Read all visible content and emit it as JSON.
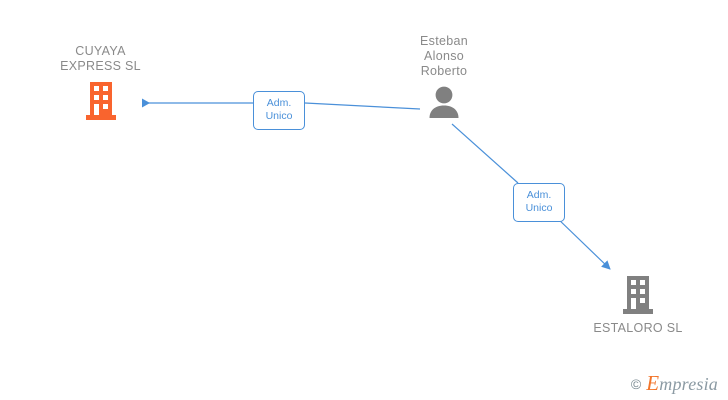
{
  "diagram": {
    "type": "corporate-relationship-graph",
    "background_color": "#ffffff",
    "nodes": [
      {
        "id": "cuyaya",
        "kind": "company",
        "label": "CUYAYA\nEXPRESS SL",
        "label_line_1": "CUYAYA",
        "label_line_2": "EXPRESS SL",
        "icon": "building-icon",
        "color": "#f9642e",
        "label_color": "#8a8a8a",
        "label_position": "above"
      },
      {
        "id": "person",
        "kind": "person",
        "label": "Esteban\nAlonso\nRoberto",
        "label_line_1": "Esteban",
        "label_line_2": "Alonso",
        "label_line_3": "Roberto",
        "icon": "person-icon",
        "color": "#808080",
        "label_color": "#8a8a8a",
        "label_position": "above"
      },
      {
        "id": "estaloro",
        "kind": "company",
        "label": "ESTALORO SL",
        "icon": "building-icon",
        "color": "#808080",
        "label_color": "#8a8a8a",
        "label_position": "below"
      }
    ],
    "edges": [
      {
        "id": "edge-person-to-cuyaya",
        "from": "person",
        "to": "cuyaya",
        "label": "Adm.\nUnico",
        "label_line_1": "Adm.",
        "label_line_2": "Unico",
        "color": "#4a90d9",
        "arrow": "end"
      },
      {
        "id": "edge-person-to-estaloro",
        "from": "person",
        "to": "estaloro",
        "label": "Adm.\nUnico",
        "label_line_1": "Adm.",
        "label_line_2": "Unico",
        "color": "#4a90d9",
        "arrow": "end"
      }
    ]
  },
  "watermark": {
    "copyright_symbol": "©",
    "brand_initial": "E",
    "brand_rest": "mpresia",
    "brand_color": "#f2752b",
    "text_color": "#8b9aa3"
  }
}
